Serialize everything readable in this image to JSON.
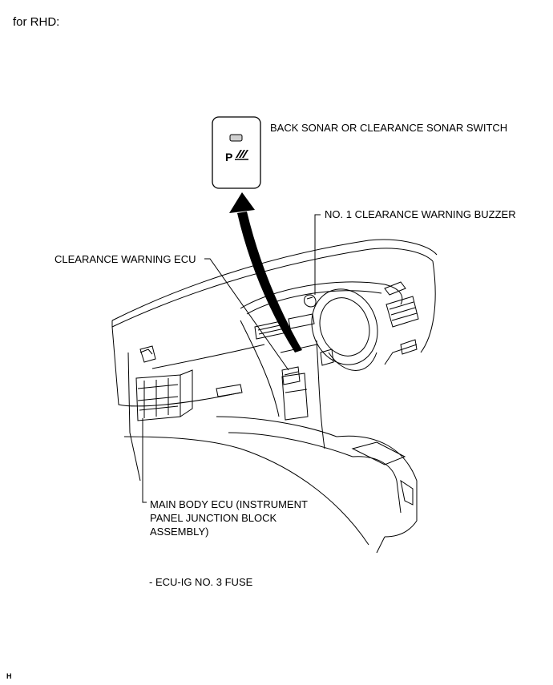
{
  "heading": "for RHD:",
  "labels": {
    "switch": "BACK SONAR OR CLEARANCE SONAR SWITCH",
    "buzzer": "NO. 1 CLEARANCE WARNING BUZZER",
    "ecu": "CLEARANCE WARNING ECU",
    "main_body": [
      "MAIN BODY ECU (INSTRUMENT",
      "PANEL JUNCTION BLOCK",
      "ASSEMBLY)"
    ],
    "fuse": "- ECU-IG NO. 3 FUSE"
  },
  "switch_face_symbol": "P",
  "footer_code": "H",
  "colors": {
    "line": "#000000",
    "background": "#ffffff",
    "indicator": "#cccccc"
  }
}
